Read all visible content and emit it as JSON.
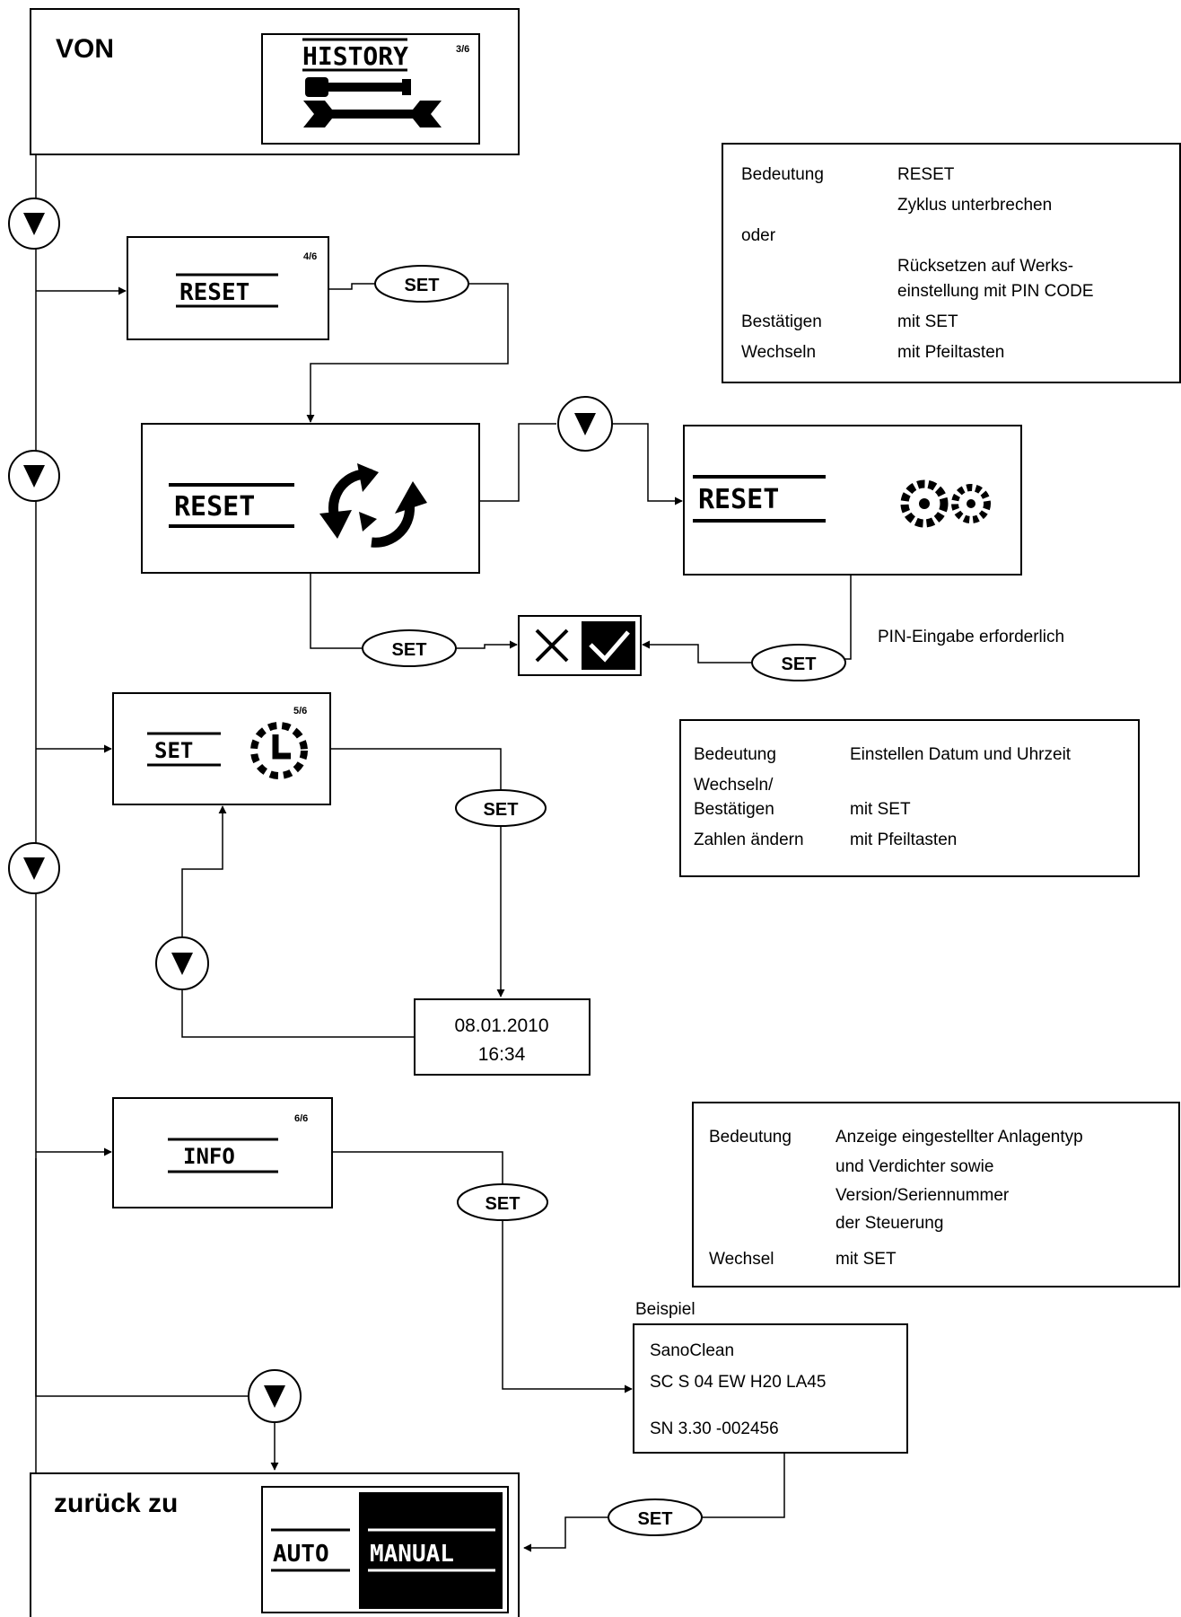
{
  "von_box": {
    "label": "VON",
    "screen_title": "HISTORY",
    "page": "3/6"
  },
  "reset_menu": {
    "title": "RESET",
    "page": "4/6"
  },
  "reset_cycle": {
    "title": "RESET"
  },
  "reset_factory": {
    "title": "RESET"
  },
  "set_clock_menu": {
    "title": "SET",
    "page": "5/6"
  },
  "info_menu": {
    "title": "INFO",
    "page": "6/6"
  },
  "set_buttons": {
    "label": "SET"
  },
  "pin_note": "PIN-Eingabe erforderlich",
  "info_box_reset": {
    "rows": [
      {
        "key": "Bedeutung",
        "value": "RESET"
      },
      {
        "key": "",
        "value": "Zyklus unterbrechen"
      },
      {
        "key": "oder",
        "value": ""
      },
      {
        "key": "",
        "value": "Rücksetzen auf Werks-"
      },
      {
        "key": "",
        "value": "einstellung mit PIN CODE"
      },
      {
        "key": "Bestätigen",
        "value": "mit SET"
      },
      {
        "key": "Wechseln",
        "value": "mit Pfeiltasten"
      }
    ]
  },
  "info_box_clock": {
    "rows": [
      {
        "key": "Bedeutung",
        "value": "Einstellen Datum und Uhrzeit"
      },
      {
        "key": "Wechseln/",
        "value": ""
      },
      {
        "key": "Bestätigen",
        "value": "mit SET"
      },
      {
        "key": "Zahlen ändern",
        "value": "mit Pfeiltasten"
      }
    ]
  },
  "info_box_info": {
    "rows": [
      {
        "key": "Bedeutung",
        "value": "Anzeige eingestellter Anlagentyp"
      },
      {
        "key": "",
        "value": "und Verdichter sowie"
      },
      {
        "key": "",
        "value": "Version/Seriennummer"
      },
      {
        "key": "",
        "value": "der Steuerung"
      },
      {
        "key": "Wechsel",
        "value": "mit SET"
      }
    ]
  },
  "datetime_box": {
    "date": "08.01.2010",
    "time": "16:34"
  },
  "example_label": "Beispiel",
  "example_box": {
    "line1": "SanoClean",
    "line2": "SC S 04 EW H20 LA45",
    "line3": "SN 3.30 -002456"
  },
  "back_box": {
    "label": "zurück zu",
    "auto": "AUTO",
    "manual": "MANUAL"
  }
}
